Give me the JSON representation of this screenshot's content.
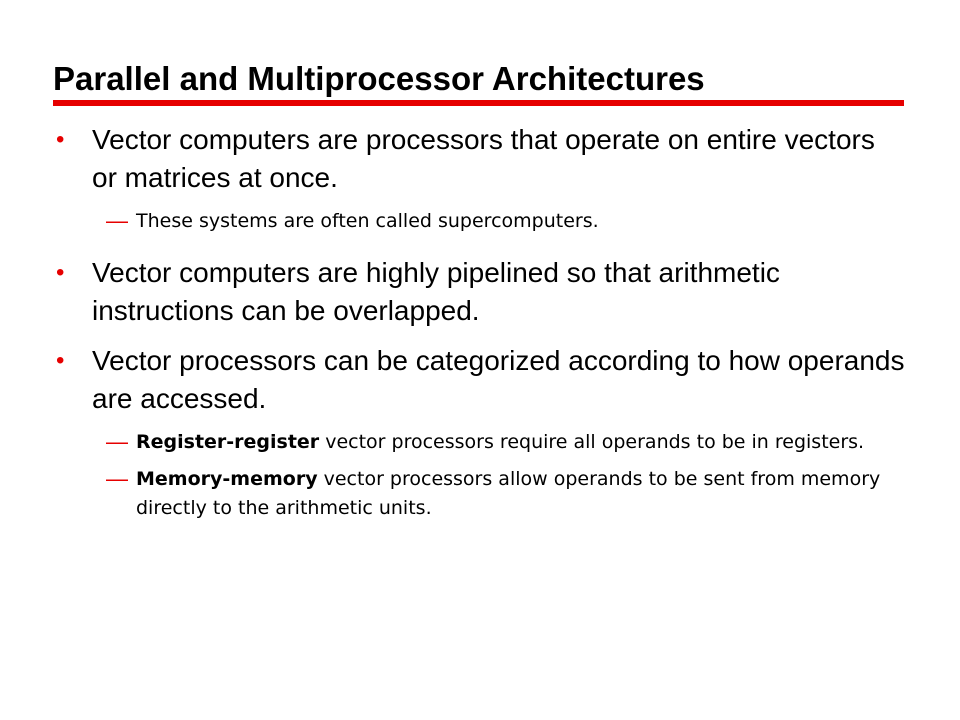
{
  "slide": {
    "title": "Parallel and Multiprocessor Architectures",
    "accent_color": "#e60000",
    "bullet_marker": "•",
    "sub_marker": "—",
    "bullets": [
      {
        "text": "Vector computers are processors that operate on entire vectors or matrices at once.",
        "subs": [
          {
            "text": "These systems are often called supercomputers."
          }
        ]
      },
      {
        "text": "Vector computers are highly pipelined so that arithmetic instructions can be overlapped."
      },
      {
        "text": "Vector processors can be categorized according to how operands are accessed.",
        "subs": [
          {
            "term": "Register-register",
            "text": " vector processors require all operands to be in registers."
          },
          {
            "term": "Memory-memory",
            "text": " vector processors allow operands to be sent from memory directly to the arithmetic units."
          }
        ]
      }
    ]
  }
}
